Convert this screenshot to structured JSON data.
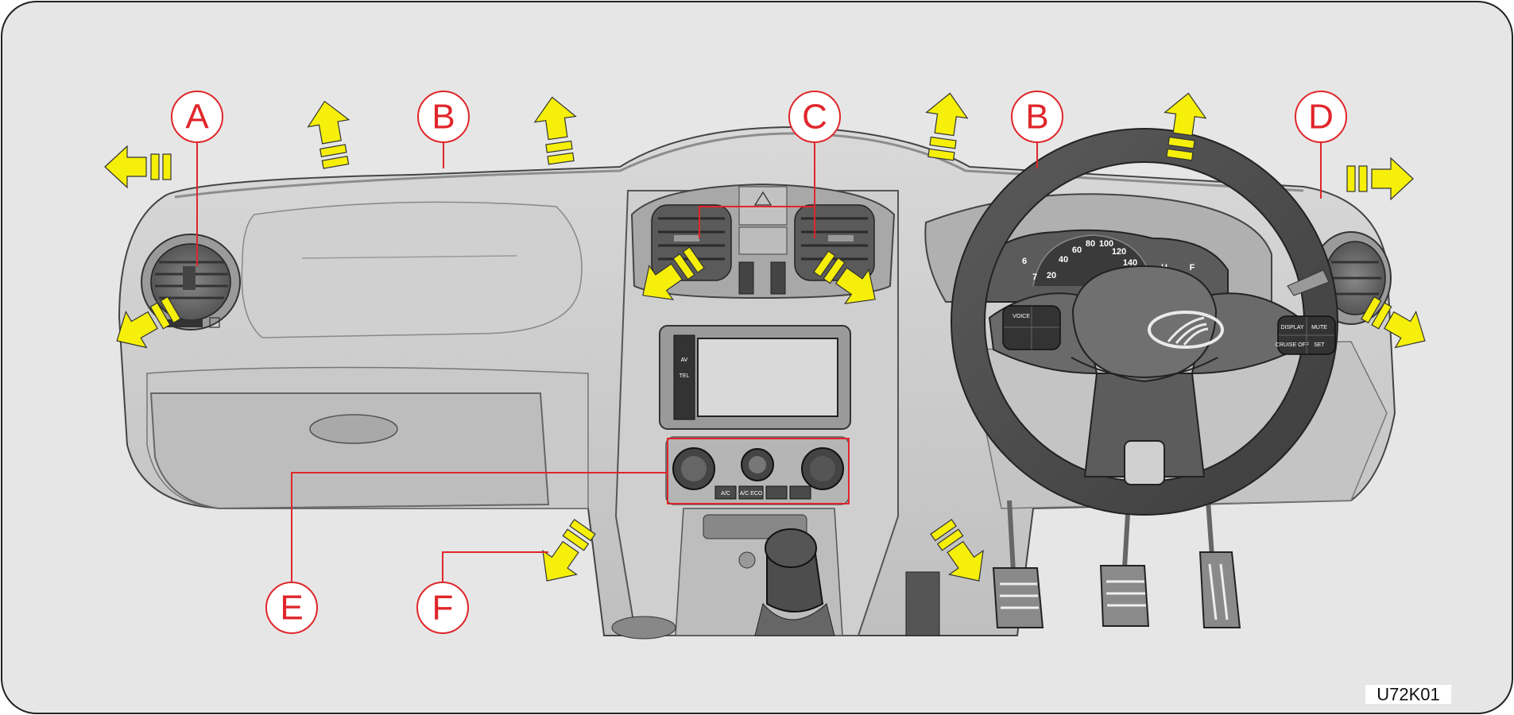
{
  "figure_code": "U72K01",
  "callouts": [
    {
      "id": "A",
      "label": "A"
    },
    {
      "id": "B1",
      "label": "B"
    },
    {
      "id": "C",
      "label": "C"
    },
    {
      "id": "B2",
      "label": "B"
    },
    {
      "id": "D",
      "label": "D"
    },
    {
      "id": "E",
      "label": "E"
    },
    {
      "id": "F",
      "label": "F"
    }
  ],
  "speedometer_ticks": [
    "20",
    "40",
    "60",
    "80",
    "100",
    "120",
    "140"
  ],
  "tach_ticks": [
    "6",
    "7"
  ],
  "fuel_marks": [
    "H",
    "F"
  ],
  "hvac_buttons": [
    "A/C",
    "A/C ECO",
    "",
    ""
  ],
  "steering_buttons_right": [
    "DISPLAY",
    "MUTE",
    "CRUISE OFF",
    "SET"
  ],
  "steering_buttons_left": [
    "VOICE",
    ""
  ],
  "radio_buttons": [
    "AV",
    "TEL"
  ],
  "colors": {
    "accent": "#e0262b",
    "arrow": "#f5ef0a",
    "background": "#e6e6e6"
  }
}
